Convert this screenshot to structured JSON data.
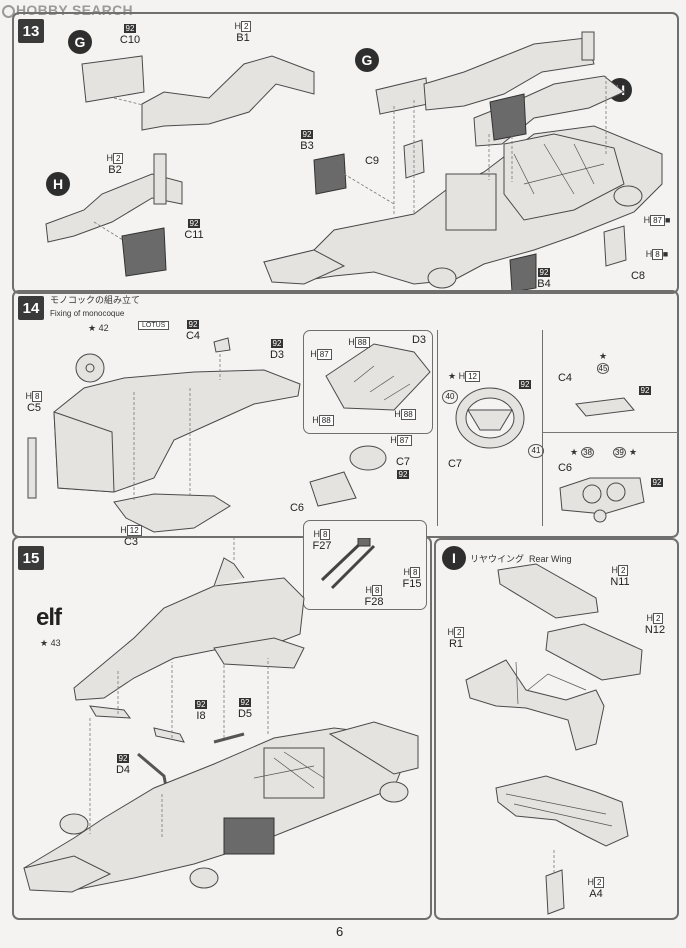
{
  "watermark": "HOBBY SEARCH",
  "page_number": "6",
  "steps": {
    "s13": {
      "number": "13",
      "labels": {
        "G": "G",
        "H": "H",
        "C10_mat": "92",
        "C10": "C10",
        "B1_mat": "2",
        "B1": "B1",
        "B2_mat": "2",
        "B2": "B2",
        "C11_mat": "92",
        "C11": "C11",
        "B3_mat": "92",
        "B3": "B3",
        "C9": "C9",
        "H87": "87",
        "H8": "8",
        "C8": "C8",
        "B4_mat": "92",
        "B4": "B4"
      }
    },
    "s14": {
      "number": "14",
      "title_jp": "モノコックの組み立て",
      "title_en": "Fixing of monocoque",
      "decal42": "42",
      "decal_logo": "LOTUS",
      "C4_mat": "92",
      "C4": "C4",
      "D3_mat": "92",
      "D3": "D3",
      "C5_mat": "8",
      "C5": "C5",
      "C3_mat": "12",
      "C3": "C3",
      "C7": "C7",
      "C7_mat": "92",
      "C6": "C6",
      "detail_D3": {
        "title": "D3",
        "h88a": "88",
        "h87a": "87",
        "h88b": "88",
        "h88c": "88",
        "h87b": "87"
      },
      "detail_C7": {
        "h12": "12",
        "d40": "40",
        "n92": "92",
        "d41": "41",
        "label": "C7"
      },
      "detail_C4": {
        "label": "C4",
        "d45": "45",
        "n92": "92"
      },
      "detail_C6": {
        "label": "C6",
        "d38": "38",
        "d39": "39",
        "n92": "92"
      }
    },
    "s15": {
      "number": "15",
      "elf": "elf",
      "decal43": "43",
      "F27_mat": "8",
      "F27": "F27",
      "F28_mat": "8",
      "F28": "F28",
      "F15_mat": "8",
      "F15": "F15",
      "I8_mat": "92",
      "I8": "I8",
      "D5_mat": "92",
      "D5": "D5",
      "D4_mat": "92",
      "D4": "D4"
    },
    "sI": {
      "letter": "I",
      "title_jp": "リヤウイング",
      "title_en": "Rear Wing",
      "N11_mat": "2",
      "N11": "N11",
      "N12_mat": "2",
      "N12": "N12",
      "R1_mat": "2",
      "R1": "R1",
      "A4_mat": "2",
      "A4": "A4"
    }
  }
}
